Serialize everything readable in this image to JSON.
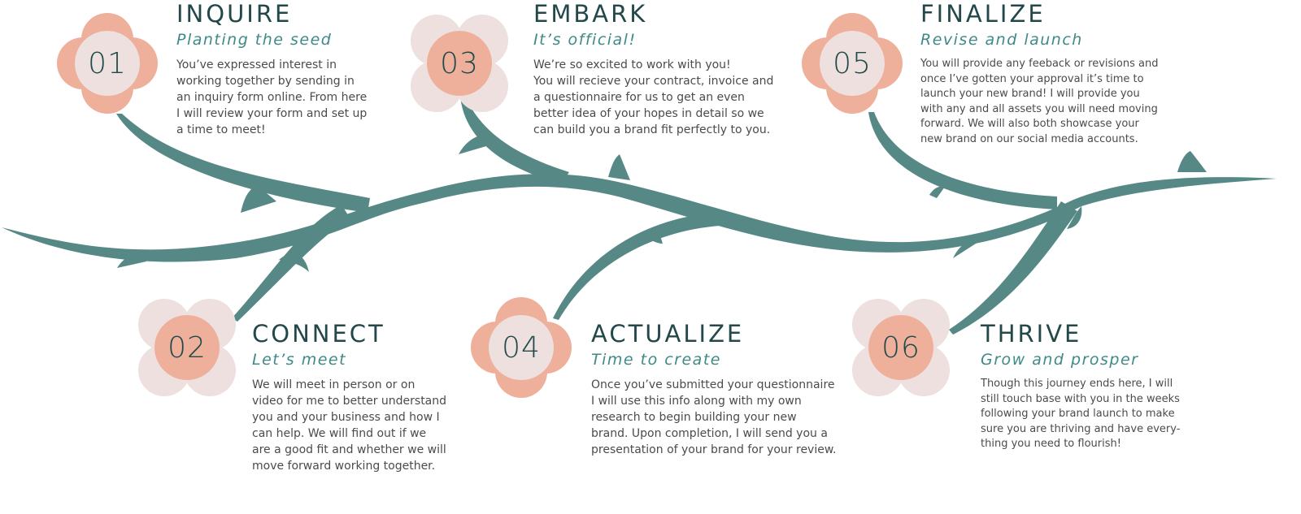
{
  "colors": {
    "vine": "#568986",
    "petal_salmon": "#eeaf9b",
    "petal_pale": "#ede0df",
    "title": "#22484a",
    "subtitle": "#3e8a88",
    "body": "#4b4b4b"
  },
  "steps": [
    {
      "number": "01",
      "title": "INQUIRE",
      "subtitle": "Planting the seed",
      "body": [
        "You’ve expressed interest in",
        "working together by sending in",
        "an inquiry form online. From here",
        "I will review your form and set up",
        "a time to meet!"
      ]
    },
    {
      "number": "02",
      "title": "CONNECT",
      "subtitle": "Let’s meet",
      "body": [
        "We will meet in person or on",
        "video for me to better understand",
        "you and your business and how I",
        "can help. We will find out if we",
        "are a good fit and whether we will",
        "move forward working together."
      ]
    },
    {
      "number": "03",
      "title": "EMBARK",
      "subtitle": "It’s official!",
      "body": [
        "We’re so excited to work with you!",
        "You will recieve your contract, invoice and",
        "a questionnaire for us to get an even",
        "better idea of your hopes in detail so we",
        "can build you a brand fit perfectly to you."
      ]
    },
    {
      "number": "04",
      "title": "ACTUALIZE",
      "subtitle": "Time to create",
      "body": [
        "Once you’ve submitted your questionnaire",
        "I will use this info along with my own",
        "research to begin building your new",
        "brand. Upon completion, I will send you a",
        "presentation of your brand for your review."
      ]
    },
    {
      "number": "05",
      "title": "FINALIZE",
      "subtitle": "Revise and launch",
      "body": [
        "You will provide any feeback or revisions and",
        "once I’ve gotten your approval it’s time to",
        "launch your new brand! I will provide you",
        "with any and all assets you will need moving",
        "forward. We will also both showcase your",
        "new brand on our social media accounts."
      ]
    },
    {
      "number": "06",
      "title": "THRIVE",
      "subtitle": "Grow and prosper",
      "body": [
        "Though this journey ends here, I will",
        "still touch base with you in the weeks",
        "following your brand launch to make",
        "sure you are thriving and have every-",
        "thing you need to flourish!"
      ]
    }
  ]
}
